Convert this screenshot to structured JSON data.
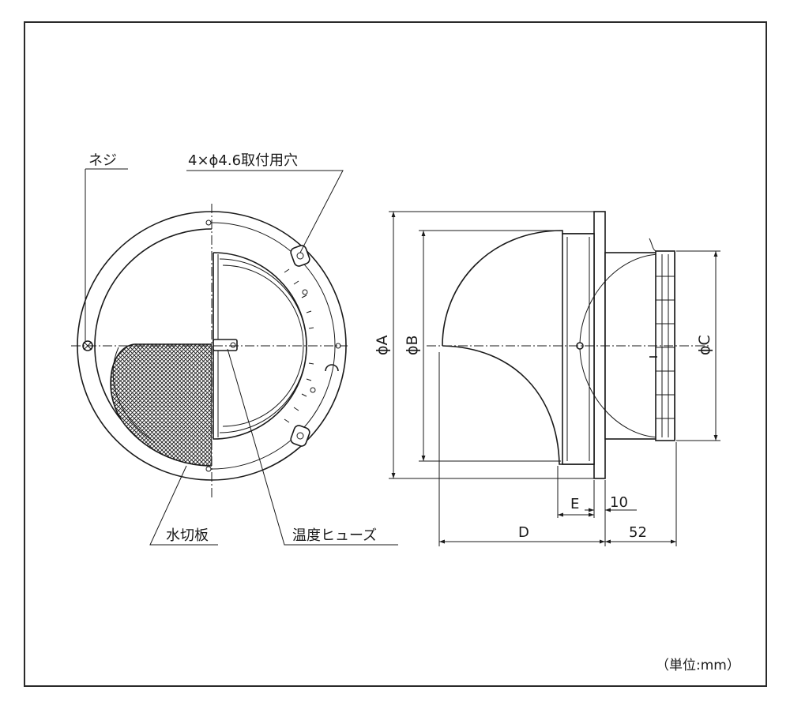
{
  "front_view": {
    "screw_label": "ネジ",
    "mount_hole_label": "4×ϕ4.6取付用穴",
    "drip_plate_label": "水切板",
    "thermal_fuse_label": "温度ヒューズ"
  },
  "side_view": {
    "dim_a": "ϕA",
    "dim_b": "ϕB",
    "dim_c": "ϕC",
    "dim_d": "D",
    "dim_e": "E",
    "dim_10": "10",
    "dim_52": "52"
  },
  "unit_note": "（単位:mm）"
}
